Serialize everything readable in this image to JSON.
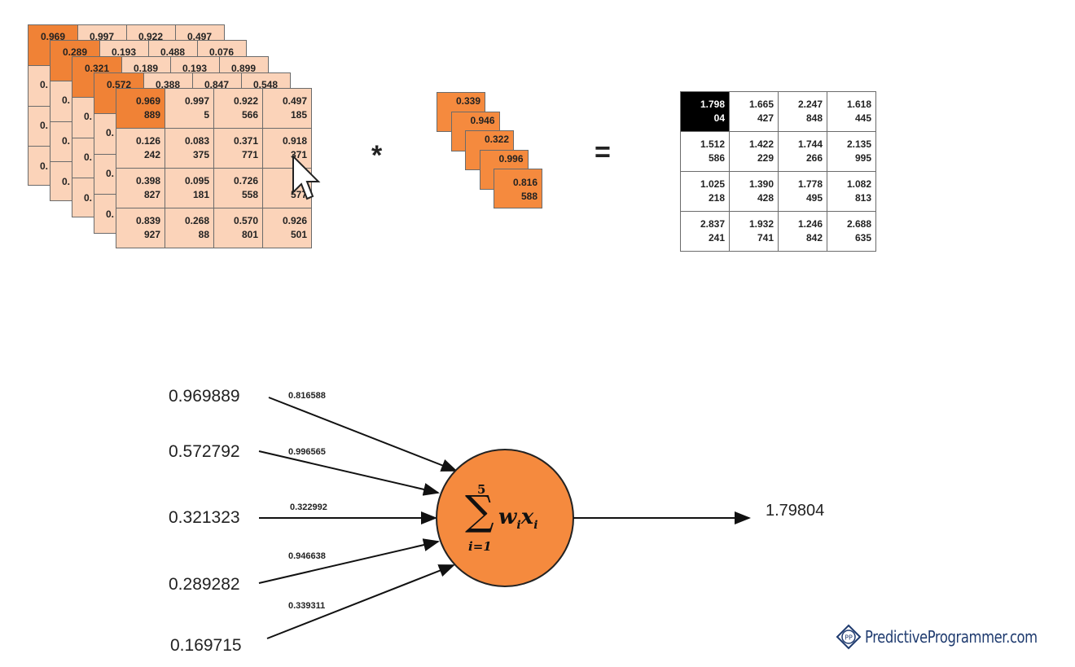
{
  "input_stack": {
    "back_layers": [
      {
        "top_row": [
          "0.969",
          "0.997",
          "0.922",
          "0.497"
        ],
        "left_col": [
          "0.",
          "0.",
          "0."
        ]
      },
      {
        "top_row": [
          "0.289",
          "0.193",
          "0.488",
          "0.076"
        ],
        "left_col": [
          "0.",
          "0.",
          "0."
        ]
      },
      {
        "top_row": [
          "0.321",
          "0.189",
          "0.193",
          "0.899"
        ],
        "left_col": [
          "0.",
          "0.",
          "0."
        ]
      },
      {
        "top_row": [
          "0.572",
          "0.388",
          "0.847",
          "0.548"
        ],
        "left_col": [
          "0.",
          "0.",
          "0."
        ]
      }
    ],
    "front_grid": [
      [
        "0.969\n889",
        "0.997\n5",
        "0.922\n566",
        "0.497\n185"
      ],
      [
        "0.126\n242",
        "0.083\n375",
        "0.371\n771",
        "0.918\n371"
      ],
      [
        "0.398\n827",
        "0.095\n181",
        "0.726\n558",
        "0.2\n577"
      ],
      [
        "0.839\n927",
        "0.268\n88",
        "0.570\n801",
        "0.926\n501"
      ]
    ]
  },
  "operators": {
    "multiply": "*",
    "equals": "="
  },
  "kernel": [
    "0.339",
    "0.946",
    "0.322",
    "0.996",
    "0.816\n588"
  ],
  "result_grid": [
    [
      "1.798\n04",
      "1.665\n427",
      "2.247\n848",
      "1.618\n445"
    ],
    [
      "1.512\n586",
      "1.422\n229",
      "1.744\n266",
      "2.135\n995"
    ],
    [
      "1.025\n218",
      "1.390\n428",
      "1.778\n495",
      "1.082\n813"
    ],
    [
      "2.837\n241",
      "1.932\n741",
      "1.246\n842",
      "2.688\n635"
    ]
  ],
  "neuron": {
    "inputs": [
      "0.969889",
      "0.572792",
      "0.321323",
      "0.289282",
      "0.169715"
    ],
    "weights": [
      "0.816588",
      "0.996565",
      "0.322992",
      "0.946638",
      "0.339311"
    ],
    "sum_upper": "5",
    "sum_lower": "i=1",
    "sum_term_w": "w",
    "sum_term_x": "x",
    "sum_subscript": "i",
    "output": "1.79804",
    "fill_color": "#f58a3e"
  },
  "brand": {
    "text": "PredictiveProgrammer.com",
    "logo_letters": "PP",
    "color": "#1f3b6f"
  }
}
